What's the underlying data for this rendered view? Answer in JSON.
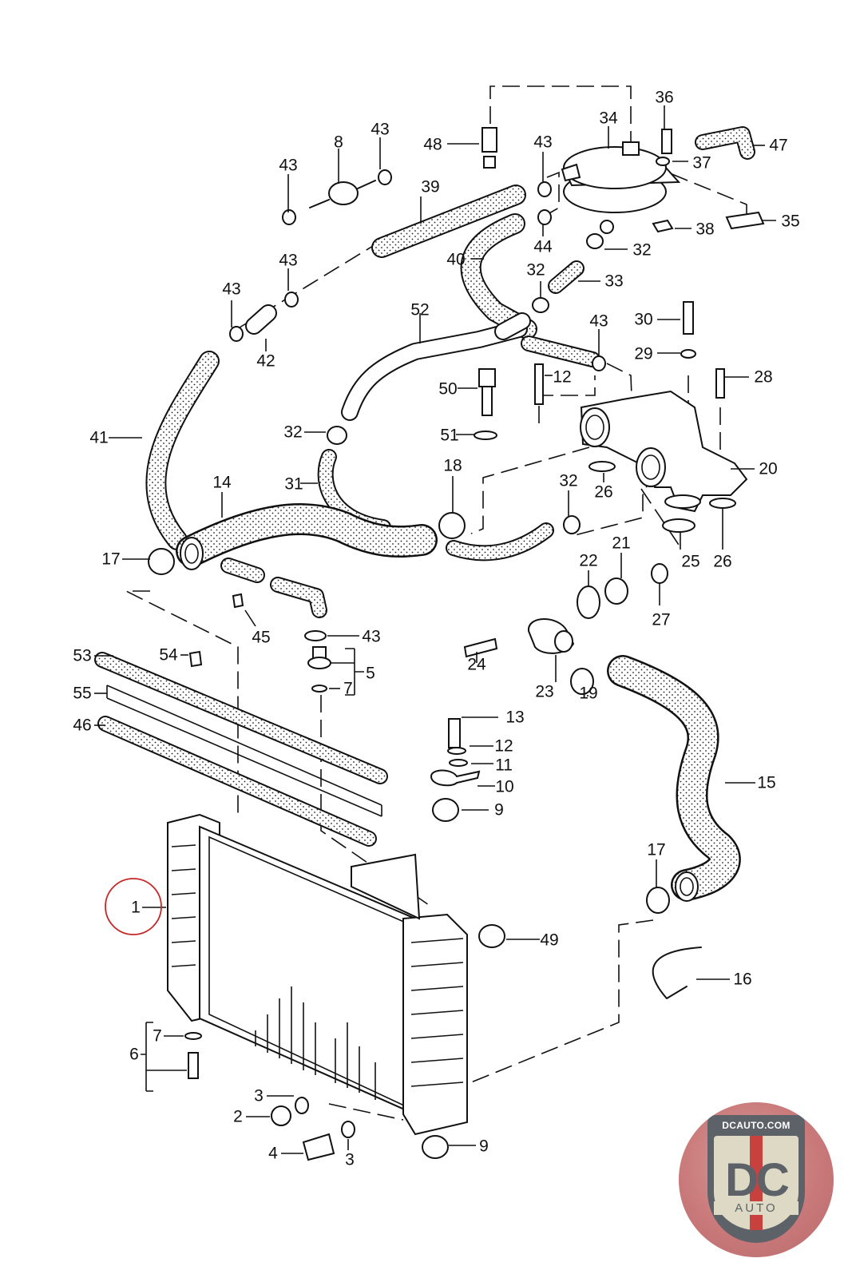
{
  "diagram": {
    "title": "Radiator and coolant hose assembly exploded parts diagram",
    "highlight_color": "#c62828",
    "highlighted_part": "1",
    "callouts": [
      {
        "id": "c48",
        "number": "48",
        "part": "filter"
      },
      {
        "id": "c34",
        "number": "34",
        "part": "expansion-tank"
      },
      {
        "id": "c36",
        "number": "36",
        "part": "bolt"
      },
      {
        "id": "c47",
        "number": "47",
        "part": "elbow-hose"
      },
      {
        "id": "c37",
        "number": "37",
        "part": "washer"
      },
      {
        "id": "c35",
        "number": "35",
        "part": "tank-cap"
      },
      {
        "id": "c38",
        "number": "38",
        "part": "nut"
      },
      {
        "id": "c43a",
        "number": "43",
        "part": "hose-clamp"
      },
      {
        "id": "c8",
        "number": "8",
        "part": "valve"
      },
      {
        "id": "c43b",
        "number": "43",
        "part": "hose-clamp"
      },
      {
        "id": "c43c",
        "number": "43",
        "part": "hose-clamp"
      },
      {
        "id": "c39",
        "number": "39",
        "part": "hose"
      },
      {
        "id": "c44",
        "number": "44",
        "part": "hose-clamp"
      },
      {
        "id": "c40",
        "number": "40",
        "part": "hose"
      },
      {
        "id": "c32a",
        "number": "32",
        "part": "hose-clamp"
      },
      {
        "id": "c33",
        "number": "33",
        "part": "hose"
      },
      {
        "id": "c32b",
        "number": "32",
        "part": "hose-clamp"
      },
      {
        "id": "c43d",
        "number": "43",
        "part": "hose-clamp"
      },
      {
        "id": "c43e",
        "number": "43",
        "part": "hose-clamp"
      },
      {
        "id": "c42",
        "number": "42",
        "part": "connector"
      },
      {
        "id": "c52",
        "number": "52",
        "part": "y-pipe"
      },
      {
        "id": "c43f",
        "number": "43",
        "part": "hose-clamp"
      },
      {
        "id": "c30",
        "number": "30",
        "part": "sensor"
      },
      {
        "id": "c29",
        "number": "29",
        "part": "seal-ring"
      },
      {
        "id": "c28",
        "number": "28",
        "part": "bolt"
      },
      {
        "id": "c12a",
        "number": "12",
        "part": "bolt"
      },
      {
        "id": "c50",
        "number": "50",
        "part": "temperature-sender"
      },
      {
        "id": "c51",
        "number": "51",
        "part": "seal-ring"
      },
      {
        "id": "c41",
        "number": "41",
        "part": "hose"
      },
      {
        "id": "c32c",
        "number": "32",
        "part": "hose-clamp"
      },
      {
        "id": "c31",
        "number": "31",
        "part": "hose"
      },
      {
        "id": "c20",
        "number": "20",
        "part": "coolant-housing"
      },
      {
        "id": "c14",
        "number": "14",
        "part": "upper-hose"
      },
      {
        "id": "c18",
        "number": "18",
        "part": "hose-clamp"
      },
      {
        "id": "c32d",
        "number": "32",
        "part": "hose-clamp"
      },
      {
        "id": "c26a",
        "number": "26",
        "part": "o-ring"
      },
      {
        "id": "c25",
        "number": "25",
        "part": "o-ring"
      },
      {
        "id": "c26b",
        "number": "26",
        "part": "o-ring"
      },
      {
        "id": "c17a",
        "number": "17",
        "part": "hose-clamp"
      },
      {
        "id": "c22",
        "number": "22",
        "part": "seal-ring"
      },
      {
        "id": "c21",
        "number": "21",
        "part": "thermostat"
      },
      {
        "id": "c27",
        "number": "27",
        "part": "seal"
      },
      {
        "id": "c45",
        "number": "45",
        "part": "clip"
      },
      {
        "id": "c43g",
        "number": "43",
        "part": "hose-clamp"
      },
      {
        "id": "c24",
        "number": "24",
        "part": "bolt"
      },
      {
        "id": "c23",
        "number": "23",
        "part": "thermostat-cover"
      },
      {
        "id": "c19",
        "number": "19",
        "part": "hose-clamp"
      },
      {
        "id": "c53",
        "number": "53",
        "part": "seal-strip"
      },
      {
        "id": "c54",
        "number": "54",
        "part": "clip"
      },
      {
        "id": "c5",
        "number": "5",
        "part": "bleeder-valve"
      },
      {
        "id": "c7a",
        "number": "7",
        "part": "seal-ring"
      },
      {
        "id": "c55",
        "number": "55",
        "part": "rail"
      },
      {
        "id": "c46",
        "number": "46",
        "part": "seal-strip"
      },
      {
        "id": "c13",
        "number": "13",
        "part": "bolt"
      },
      {
        "id": "c12b",
        "number": "12",
        "part": "washer"
      },
      {
        "id": "c11",
        "number": "11",
        "part": "washer"
      },
      {
        "id": "c10",
        "number": "10",
        "part": "bracket"
      },
      {
        "id": "c9a",
        "number": "9",
        "part": "rubber-mount"
      },
      {
        "id": "c15",
        "number": "15",
        "part": "lower-hose"
      },
      {
        "id": "c17b",
        "number": "17",
        "part": "hose-clamp"
      },
      {
        "id": "c1",
        "number": "1",
        "part": "radiator"
      },
      {
        "id": "c49",
        "number": "49",
        "part": "sleeve"
      },
      {
        "id": "c16",
        "number": "16",
        "part": "strap"
      },
      {
        "id": "c7b",
        "number": "7",
        "part": "seal-ring"
      },
      {
        "id": "c6",
        "number": "6",
        "part": "bleeder-screw"
      },
      {
        "id": "c3a",
        "number": "3",
        "part": "seal-ring"
      },
      {
        "id": "c2",
        "number": "2",
        "part": "drain-plug"
      },
      {
        "id": "c4",
        "number": "4",
        "part": "temperature-switch"
      },
      {
        "id": "c3b",
        "number": "3",
        "part": "seal-ring"
      },
      {
        "id": "c9b",
        "number": "9",
        "part": "rubber-mount"
      }
    ]
  },
  "logo": {
    "site": "DCAUTO.COM",
    "mark": "DC",
    "word": "AUTO",
    "colors": {
      "red": "#c8413f",
      "gray": "#5d6268",
      "cream": "#ddd9c4",
      "background": "#c9797a"
    }
  }
}
